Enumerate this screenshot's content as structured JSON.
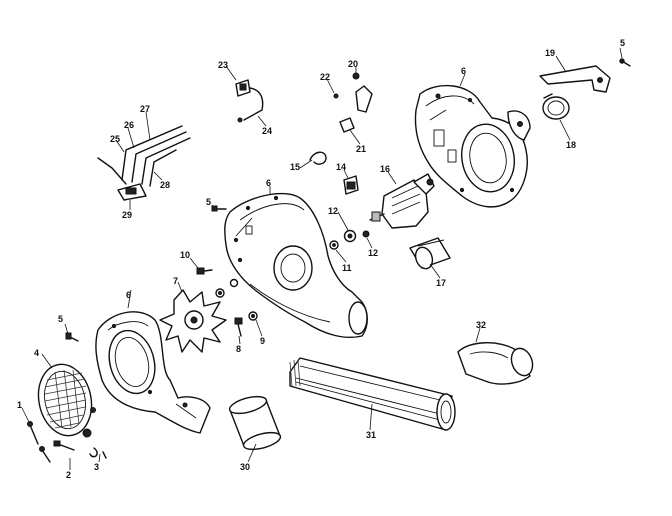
{
  "callouts": {
    "c1": "1",
    "c2": "2",
    "c3": "3",
    "c4": "4",
    "c5a": "5",
    "c5b": "5",
    "c5c": "5",
    "c6a": "6",
    "c6b": "6",
    "c6c": "6",
    "c7": "7",
    "c8": "8",
    "c9": "9",
    "c10": "10",
    "c11": "11",
    "c12a": "12",
    "c12b": "12",
    "c14": "14",
    "c15": "15",
    "c16": "16",
    "c17": "17",
    "c18": "18",
    "c19": "19",
    "c20": "20",
    "c21": "21",
    "c22": "22",
    "c23": "23",
    "c24": "24",
    "c25": "25",
    "c26": "26",
    "c27": "27",
    "c28": "28",
    "c29": "29",
    "c30": "30",
    "c31": "31",
    "c32": "32"
  }
}
